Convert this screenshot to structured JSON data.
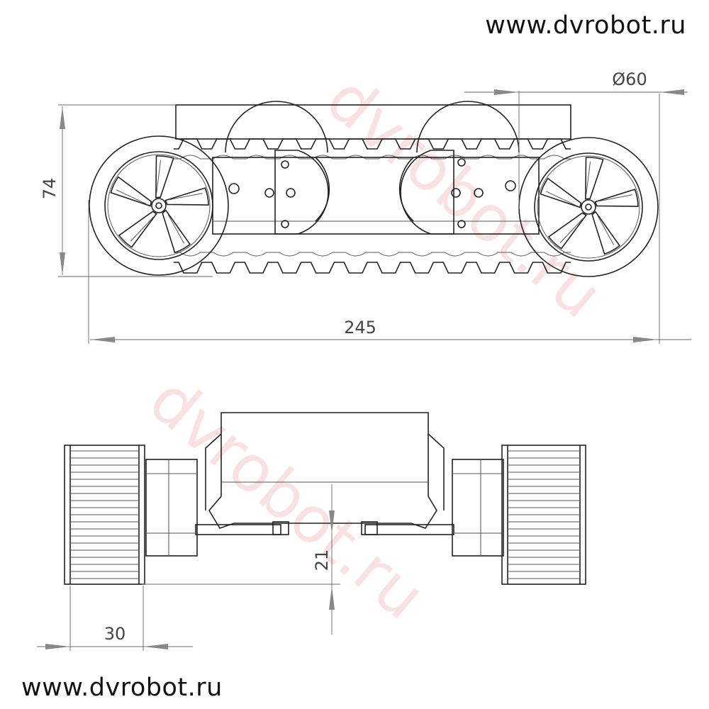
{
  "header": {
    "website": "www.dvrobot.ru"
  },
  "footer": {
    "website": "www.dvrobot.ru"
  },
  "watermark": {
    "text": "dvrobot.ru",
    "color": "#f3b5b5"
  },
  "dimensions": {
    "height": "74",
    "length": "245",
    "wheel_diameter": "Ø60",
    "ground_clearance": "21",
    "wheel_width": "30"
  },
  "views": {
    "side": {
      "wheels": 2,
      "tread_teeth": 12
    },
    "front": {
      "wheels": 2
    }
  }
}
